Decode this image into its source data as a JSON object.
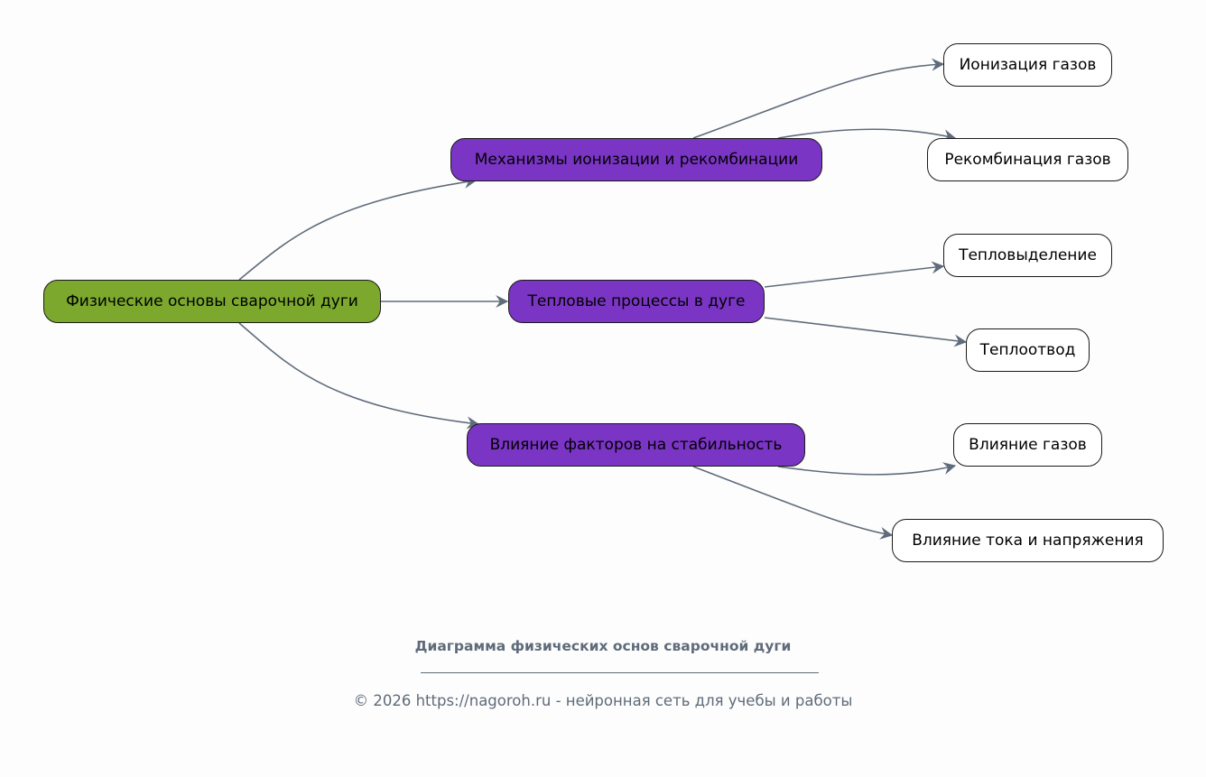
{
  "diagram": {
    "root": {
      "label": "Физические основы сварочной дуги",
      "color": "#7ba82d"
    },
    "branches": [
      {
        "label": "Механизмы ионизации и рекомбинации",
        "color": "#7a35c4",
        "children": [
          "Ионизация газов",
          "Рекомбинация газов"
        ]
      },
      {
        "label": "Тепловые процессы в дуге",
        "color": "#7a35c4",
        "children": [
          "Тепловыделение",
          "Теплоотвод"
        ]
      },
      {
        "label": "Влияние факторов на стабильность",
        "color": "#7a35c4",
        "children": [
          "Влияние газов",
          "Влияние тока и напряжения"
        ]
      }
    ],
    "edge_color": "#5f6b7a"
  },
  "footer": {
    "title": "Диаграмма физических основ сварочной дуги",
    "copyright": "© 2026 https://nagoroh.ru - нейронная сеть для учебы и работы"
  }
}
